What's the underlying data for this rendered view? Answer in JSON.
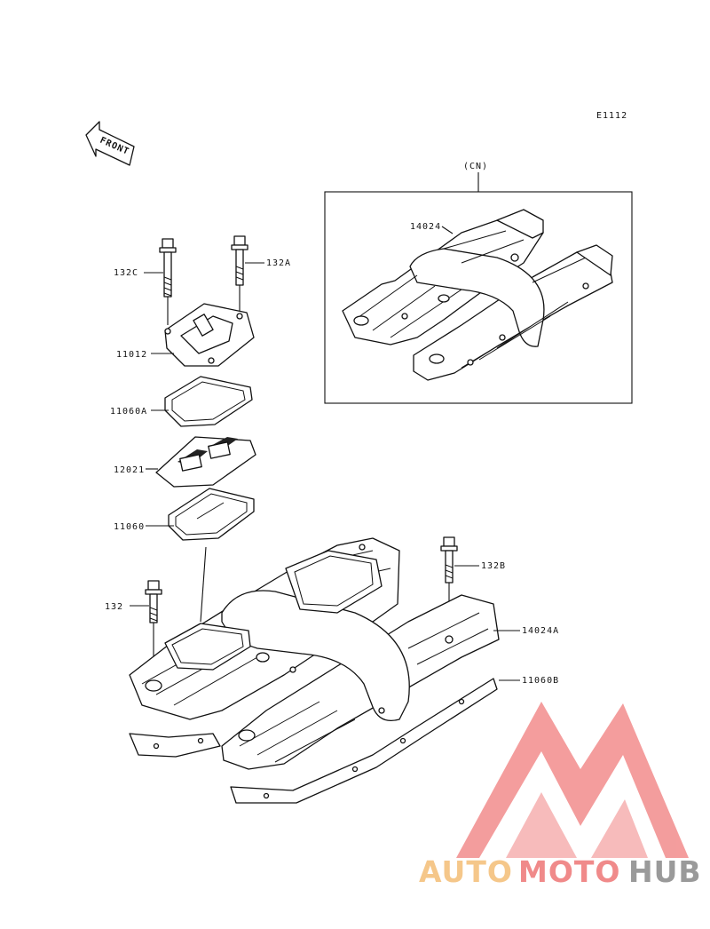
{
  "diagram": {
    "code": "E1112",
    "front_label": "FRONT",
    "variant_label": "(CN)",
    "parts": {
      "cover_cn": "14024",
      "bolt_c": "132C",
      "bolt_a": "132A",
      "cover_plate": "11012",
      "gasket_a": "11060A",
      "reed_plate": "12021",
      "gasket": "11060",
      "bolt_b": "132B",
      "bolt": "132",
      "cover_a": "14024A",
      "gasket_b": "11060B"
    }
  },
  "watermark": {
    "part1": "AUTO",
    "part2": "MOTO",
    "part3": "HUB",
    "colors": {
      "auto": "#f5c78a",
      "moto": "#f08a8a",
      "hub": "#9a9a9a",
      "logo": "#f28c8c"
    }
  }
}
